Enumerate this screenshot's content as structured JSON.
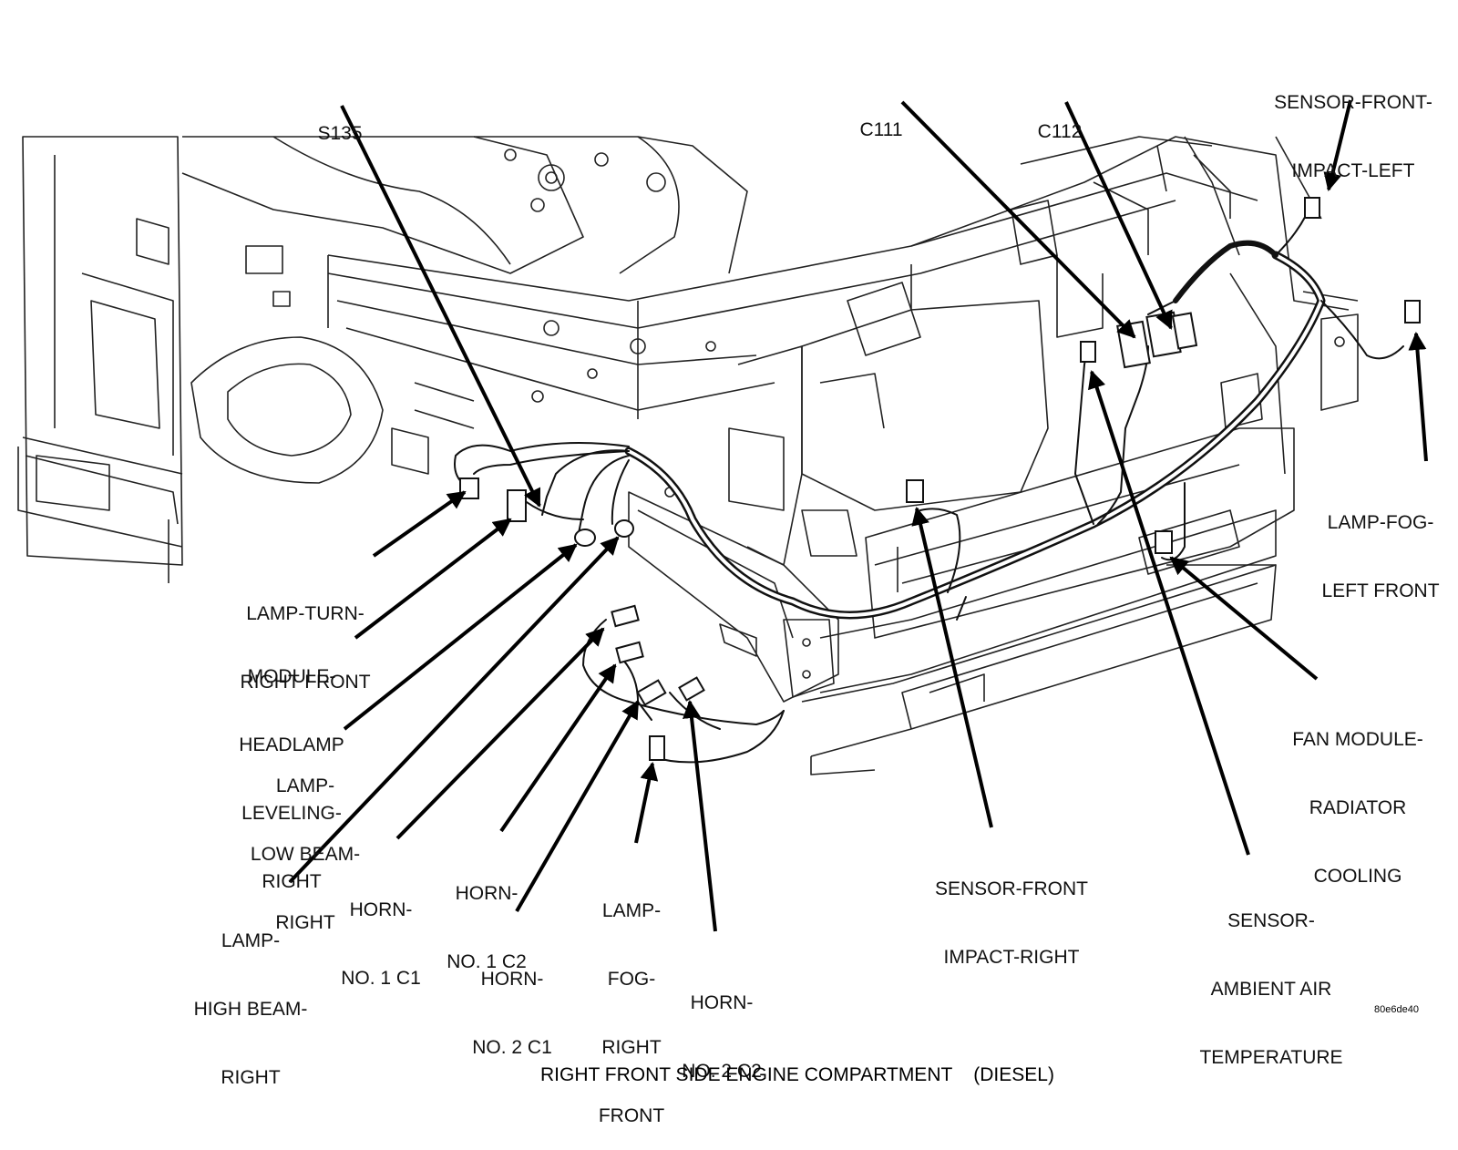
{
  "labels": {
    "s135": [
      "S135"
    ],
    "c111": [
      "C111"
    ],
    "c112": [
      "C112"
    ],
    "sensor_front_impact_left": [
      "SENSOR-FRONT-",
      "IMPACT-LEFT"
    ],
    "lamp_fog_left_front": [
      "LAMP-FOG-",
      "LEFT FRONT"
    ],
    "lamp_turn_right_front": [
      "LAMP-TURN-",
      "RIGHT FRONT"
    ],
    "module_headlamp_leveling_right": [
      "MODULE-",
      "HEADLAMP",
      "LEVELING-",
      "RIGHT"
    ],
    "lamp_low_beam_right": [
      "LAMP-",
      "LOW BEAM-",
      "RIGHT"
    ],
    "lamp_high_beam_right": [
      "LAMP-",
      "HIGH BEAM-",
      "RIGHT"
    ],
    "horn_no1_c1": [
      "HORN-",
      "NO. 1 C1"
    ],
    "horn_no1_c2": [
      "HORN-",
      "NO. 1 C2"
    ],
    "horn_no2_c1": [
      "HORN-",
      "NO. 2 C1"
    ],
    "lamp_fog_right_front": [
      "LAMP-",
      "FOG-",
      "RIGHT",
      "FRONT"
    ],
    "horn_no2_c2": [
      "HORN-",
      "NO. 2 C2"
    ],
    "sensor_front_impact_right": [
      "SENSOR-FRONT",
      "IMPACT-RIGHT"
    ],
    "sensor_ambient_air_temperature": [
      "SENSOR-",
      "AMBIENT AIR",
      "TEMPERATURE"
    ],
    "fan_module_radiator_cooling": [
      "FAN MODULE-",
      "RADIATOR",
      "COOLING"
    ]
  },
  "figure_id": "80e6de40",
  "caption": "RIGHT FRONT SIDE ENGINE COMPARTMENT    (DIESEL)"
}
